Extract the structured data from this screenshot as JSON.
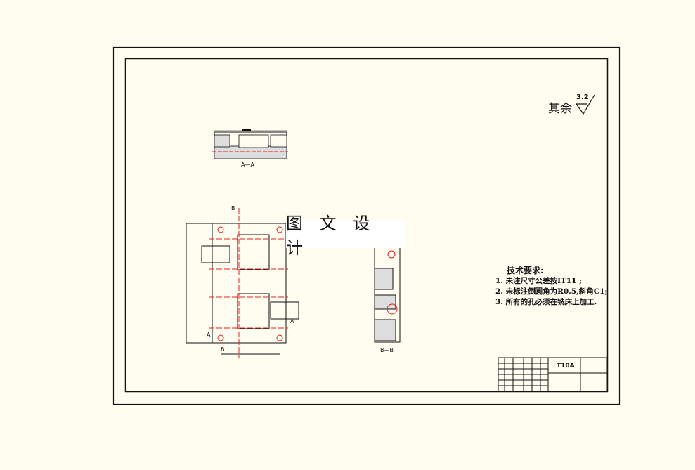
{
  "drawing": {
    "watermark": "图 文 设 计",
    "roughness": {
      "label": "其余",
      "value": "3.2"
    },
    "section_labels": {
      "aa": "A—A",
      "bb": "B—B",
      "a_left": "A",
      "a_right": "A",
      "b_top": "B",
      "b_bottom": "B"
    },
    "technical_requirements": {
      "title": "技术要求:",
      "items": [
        "1. 未注尺寸公差按IT11 ;",
        "2. 未标注倒圆角为R0.5,斜角C1;",
        "3. 所有的孔必须在铣床上加工."
      ]
    },
    "title_block": {
      "material": "T10A"
    },
    "colors": {
      "background": "#fffcf0",
      "line": "#111111",
      "centerline": "#e02020"
    }
  }
}
